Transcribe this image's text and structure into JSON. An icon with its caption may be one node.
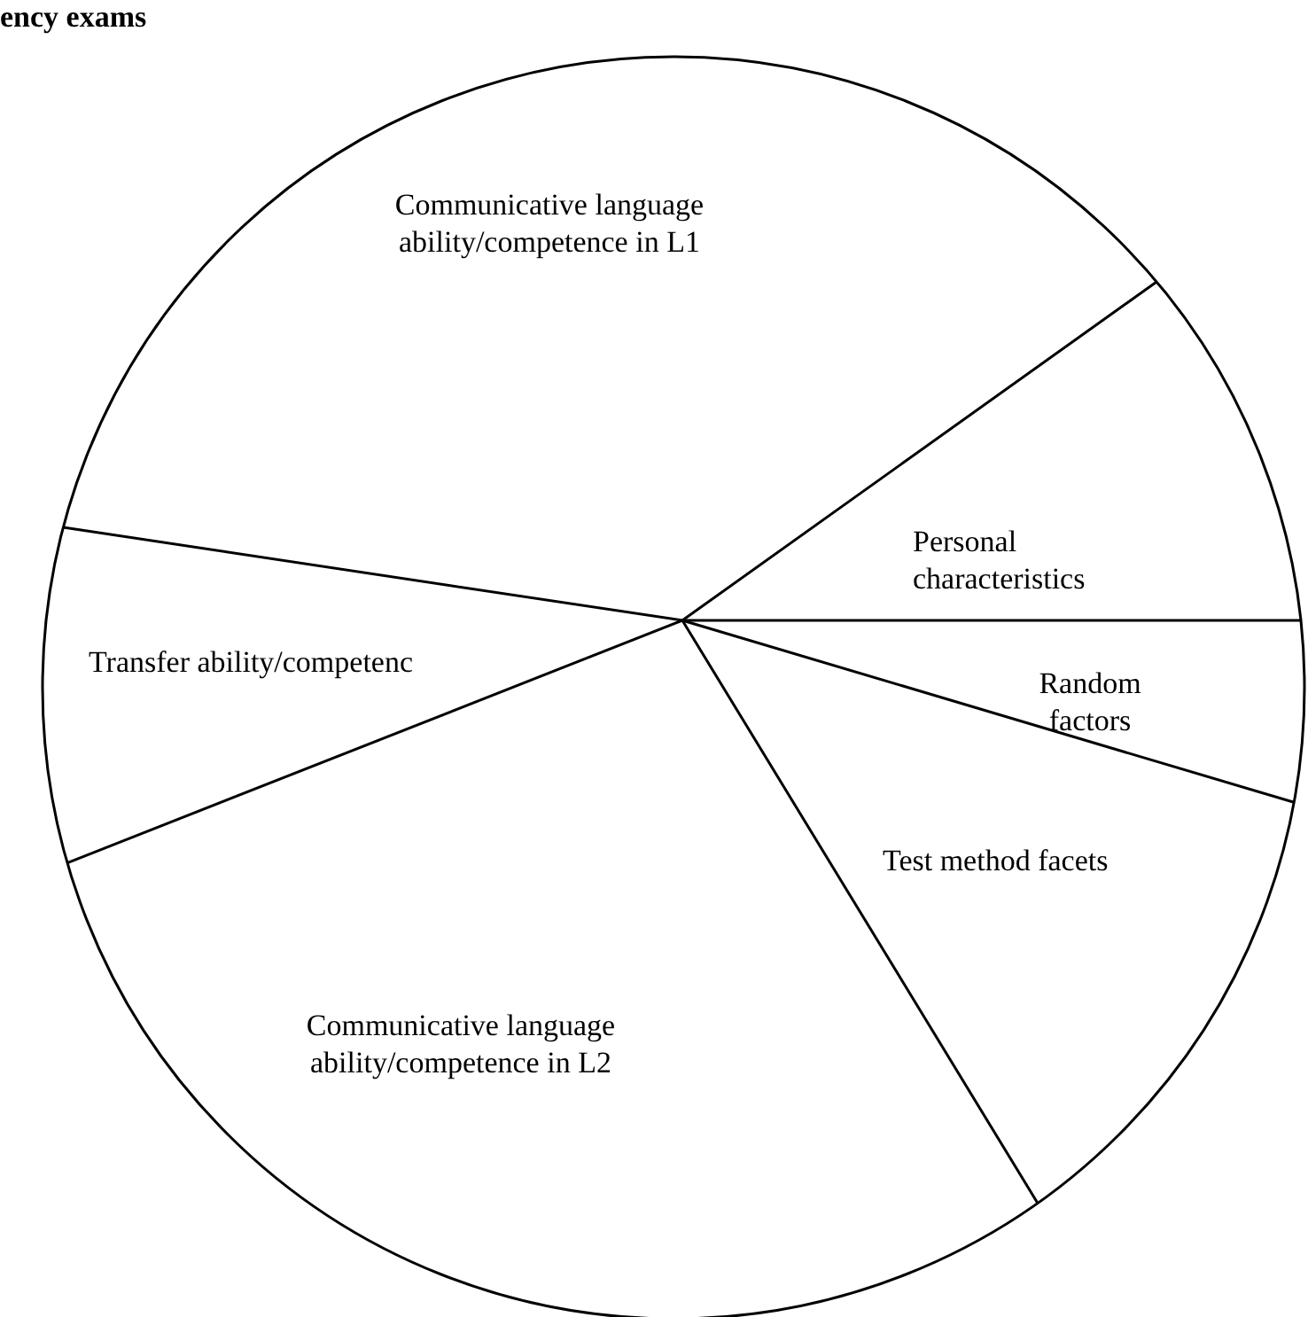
{
  "diagram": {
    "title": "ency exams",
    "nodes": [
      {
        "text": [
          "Communicative language ability/competence in L1"
        ]
      },
      {
        "text": [
          "Personal characteristics"
        ]
      },
      {
        "text": [
          "Transfer ability/competenc"
        ]
      },
      {
        "text": [
          "Random factors"
        ]
      },
      {
        "text": [
          "Test method facets"
        ]
      },
      {
        "text": [
          "Communicative language ability/competence in L2"
        ]
      }
    ]
  }
}
